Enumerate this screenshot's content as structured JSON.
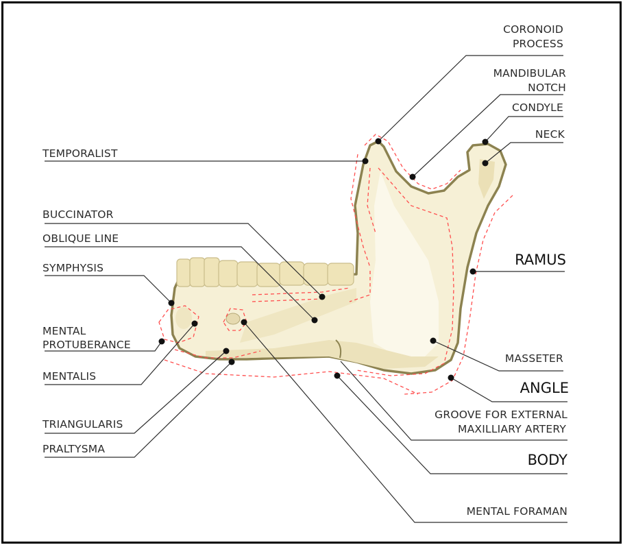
{
  "labels": {
    "coronoid_1": "CORONOID",
    "coronoid_2": "PROCESS",
    "mandibular_1": "MANDIBULAR",
    "mandibular_2": "NOTCH",
    "condyle": "CONDYLE",
    "neck": "NECK",
    "temporalist": "TEMPORALIST",
    "buccinator": "BUCCINATOR",
    "oblique": "OBLIQUE LINE",
    "symphysis": "SYMPHYSIS",
    "mental_1": "MENTAL",
    "mental_2": "PROTUBERANCE",
    "mentalis": "MENTALIS",
    "triangularis": "TRIANGULARIS",
    "praltysma": "PRALTYSMA",
    "ramus": "RAMUS",
    "masseter": "MASSETER",
    "angle": "ANGLE",
    "groove_1": "GROOVE FOR EXTERNAL",
    "groove_2": "MAXILLIARY ARTERY",
    "body": "BODY",
    "mental_foraman": "MENTAL FORAMAN"
  },
  "colors": {
    "bone_fill": "#f6f0d6",
    "bone_outline": "#8c8250",
    "tooth_fill": "#efe4b8",
    "muscle_outline": "#ff4d4d",
    "leader": "#2e2e2e",
    "frame": "#000000"
  }
}
